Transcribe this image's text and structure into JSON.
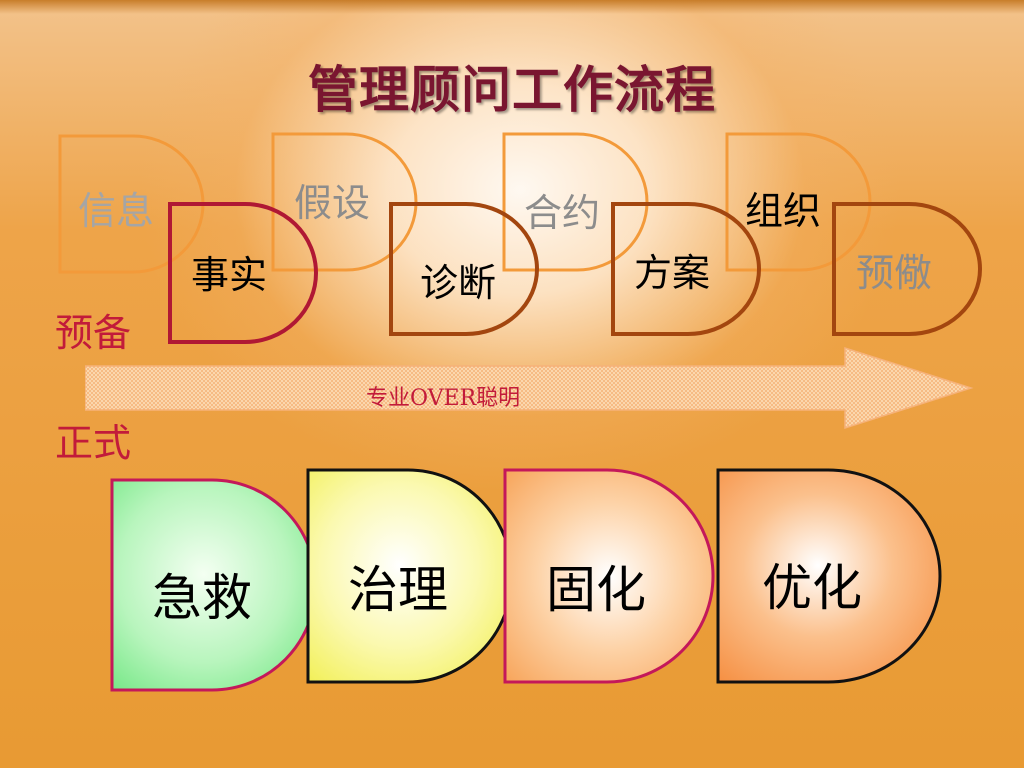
{
  "slide": {
    "title": "管理顾问工作流程",
    "sections": {
      "prep": "预备",
      "formal": "正式"
    },
    "arrow_label": "专业OVER聪明",
    "prep_steps_back": [
      "信息",
      "假设",
      "合约",
      "组织"
    ],
    "prep_steps_front": [
      "事实",
      "诊断",
      "方案",
      "预儆"
    ],
    "formal_steps": [
      "急救",
      "治理",
      "固化",
      "优化"
    ]
  },
  "colors": {
    "title": "#7a1630",
    "section_label": "#c21b3a",
    "outline_orange": "#f39a3a",
    "outline_red": "#b01834",
    "outline_brown": "#a3460f",
    "outline_dark": "#4a1810",
    "outline_crimson": "#c4185a",
    "fill_green": "#79e889",
    "fill_yellow": "#f2f05a",
    "fill_orange": "#f7a55b",
    "fill_deep_orange": "#f58a3a"
  }
}
